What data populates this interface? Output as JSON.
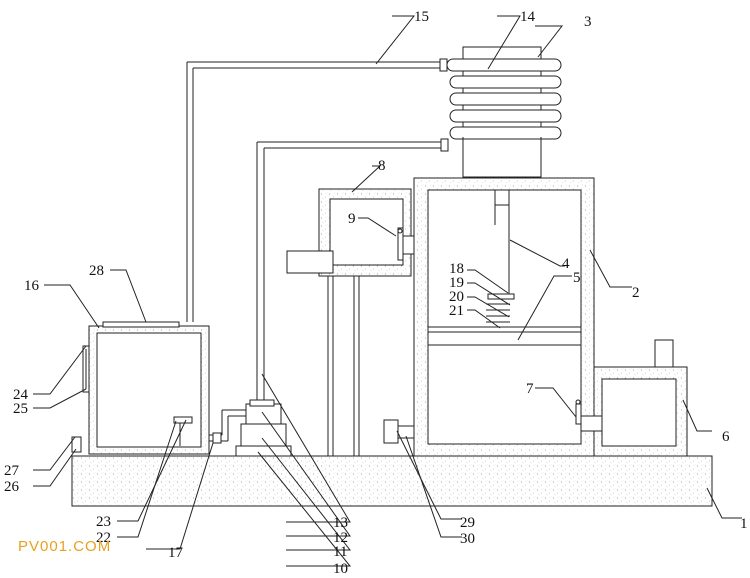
{
  "diagram": {
    "labels": {
      "l1": "1",
      "l2": "2",
      "l3": "3",
      "l4": "4",
      "l5": "5",
      "l6": "6",
      "l7": "7",
      "l8": "8",
      "l9": "9",
      "l10": "10",
      "l11": "11",
      "l12": "12",
      "l13": "13",
      "l14": "14",
      "l15": "15",
      "l16": "16",
      "l17": "17",
      "l18": "18",
      "l19": "19",
      "l20": "20",
      "l21": "21",
      "l22": "22",
      "l23": "23",
      "l24": "24",
      "l25": "25",
      "l26": "26",
      "l27": "27",
      "l28": "28",
      "l29": "29",
      "l30": "30"
    }
  },
  "watermark": {
    "text": "PV001.COM",
    "color": "#e8a020"
  }
}
